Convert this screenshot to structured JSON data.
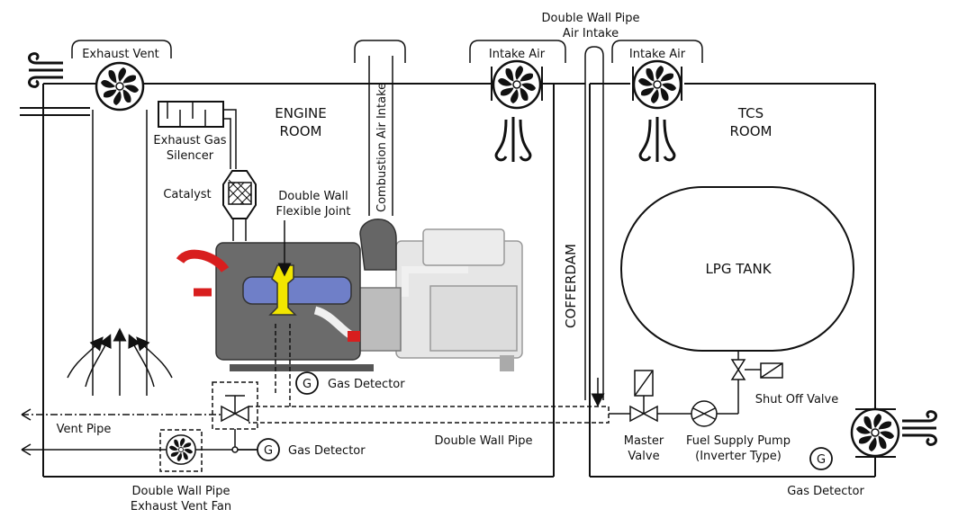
{
  "labels": {
    "double_wall_pipe_air_intake_l1": "Double Wall Pipe",
    "double_wall_pipe_air_intake_l2": "Air Intake",
    "exhaust_vent": "Exhaust Vent",
    "intake_air_engine": "Intake Air",
    "intake_air_tcs": "Intake Air",
    "engine_room_l1": "ENGINE",
    "engine_room_l2": "ROOM",
    "tcs_room_l1": "TCS",
    "tcs_room_l2": "ROOM",
    "combustion_air_intake": "Combustion Air Intake",
    "exhaust_gas_silencer_l1": "Exhaust Gas",
    "exhaust_gas_silencer_l2": "Silencer",
    "catalyst": "Catalyst",
    "double_wall_flexible_joint_l1": "Double Wall",
    "double_wall_flexible_joint_l2": "Flexible Joint",
    "cofferdam": "COFFERDAM",
    "lpg_tank": "LPG TANK",
    "gas_detector_engine": "Gas Detector",
    "gas_detector_pipe": "Gas Detector",
    "gas_detector_tcs": "Gas Detector",
    "vent_pipe": "Vent  Pipe",
    "double_wall_pipe": "Double Wall Pipe",
    "master_valve_l1": "Master",
    "master_valve_l2": "Valve",
    "fuel_pump_l1": "Fuel Supply Pump",
    "fuel_pump_l2": "(Inverter Type)",
    "shut_off_valve": "Shut Off Valve",
    "vent_fan_l1": "Double Wall Pipe",
    "vent_fan_l2": "Exhaust Vent Fan",
    "gas_detector_symbol": "G"
  },
  "colors": {
    "line": "#111111",
    "engine_highlight": "#f2e600",
    "engine_red": "#d81e1e",
    "engine_blue": "#6f7fc8"
  }
}
